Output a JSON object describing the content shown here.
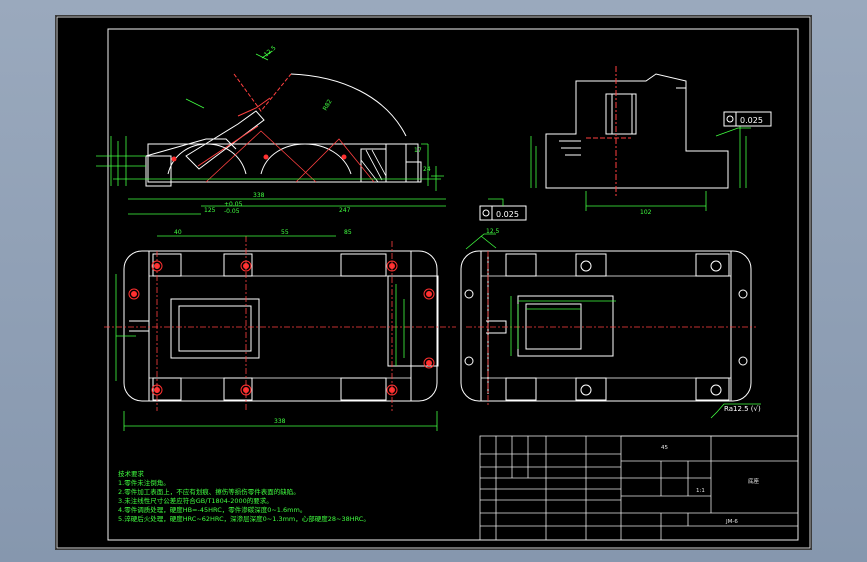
{
  "drawing": {
    "tolerances": {
      "flatness_front": "0.025",
      "flatness_side": "0.025",
      "roughness_main": "12.5",
      "roughness_top": "12.5",
      "roughness_bottom": "Ra12.5 (√)"
    },
    "dims": {
      "d_338_top": "338",
      "d_125_top": "125",
      "d_plus": "+0.05",
      "d_minus": "-0.05",
      "d_247": "247",
      "d_40": "40",
      "d_55": "55",
      "d_85": "85",
      "d_338_bottom": "338",
      "d_102": "102",
      "d_17": "17",
      "d_24": "24",
      "d_12_5": "12.5",
      "d_r82": "R82"
    },
    "notes": {
      "title": "技术要求",
      "lines": [
        "1.零件未注倒角。",
        "2.零件加工表面上，不应有划痕、擦伤等损伤零件表面的缺陷。",
        "3.未注线性尺寸公差应符合GB/T1804-2000的要求。",
        "4.零件调质处理，硬度HB=-45HRC，零件渗碳深度0~1.6mm。",
        "5.淬硬后火处理，硬度HRC~62HRC，深渗层深度0~1.3mm，心部硬度28~38HRC。"
      ]
    },
    "title_block": {
      "material": "45",
      "name": "底座",
      "scale": "1:1",
      "code": "JM-6"
    }
  }
}
